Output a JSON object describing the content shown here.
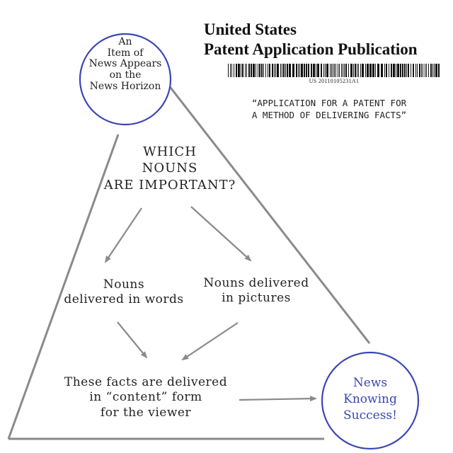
{
  "colors": {
    "outline": "#3b47b5",
    "triangle": "#8a8a8a",
    "arrow": "#8a8a8a",
    "accent_text": "#3b47b5"
  },
  "patent": {
    "title_line1": "United States",
    "title_line2": "Patent Application Publication",
    "barcode_label": "US 20110105231A1",
    "quote": "“APPLICATION FOR A PATENT FOR\nA METHOD OF DELIVERING FACTS”"
  },
  "start_circle": {
    "text": "An\nItem of\nNews Appears\non the\nNews Horizon"
  },
  "question": {
    "text": "WHICH\nNOUNS\nARE IMPORTANT?"
  },
  "nodes": {
    "words": "Nouns\ndelivered in words",
    "pictures": "Nouns delivered\nin pictures",
    "content": "These facts are delivered\nin “content” form\nfor the viewer"
  },
  "end_circle": {
    "text": "News\nKnowing\nSuccess!"
  }
}
